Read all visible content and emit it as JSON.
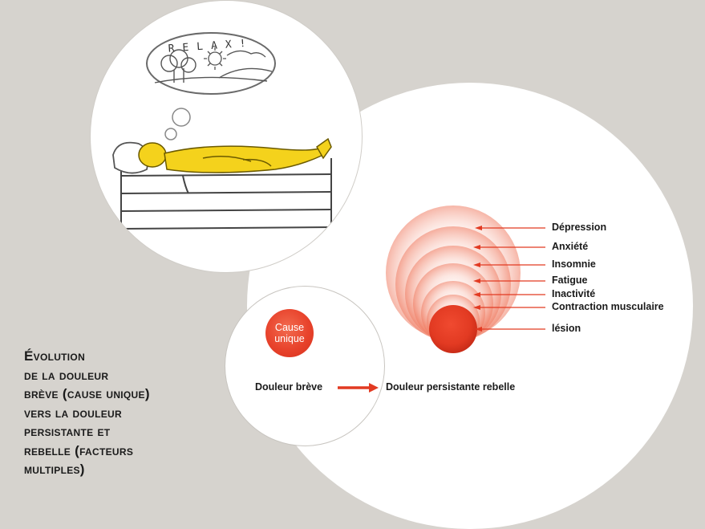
{
  "illustration": {
    "thought_text": "RELAX!"
  },
  "left_panel": {
    "cause_label": "Cause unique",
    "short_pain_label": "Douleur brève",
    "persistent_pain_label": "Douleur persistante rebelle"
  },
  "factors": [
    "Dépression",
    "Anxiété",
    "Insomnie",
    "Fatigue",
    "Inactivité",
    "Contraction musculaire",
    "lésion"
  ],
  "title": "Évolution de la douleur brève (cause unique) vers la douleur persistante et rebelle (facteurs multiples)",
  "title_lines": [
    "Évolution",
    "de la douleur",
    "brève (cause unique)",
    "vers la douleur",
    "persistante et",
    "rebelle (facteurs",
    "multiples)"
  ],
  "colors": {
    "background": "#d6d3ce",
    "accent_red": "#e8432c",
    "yellow_figure": "#f4d21c"
  }
}
